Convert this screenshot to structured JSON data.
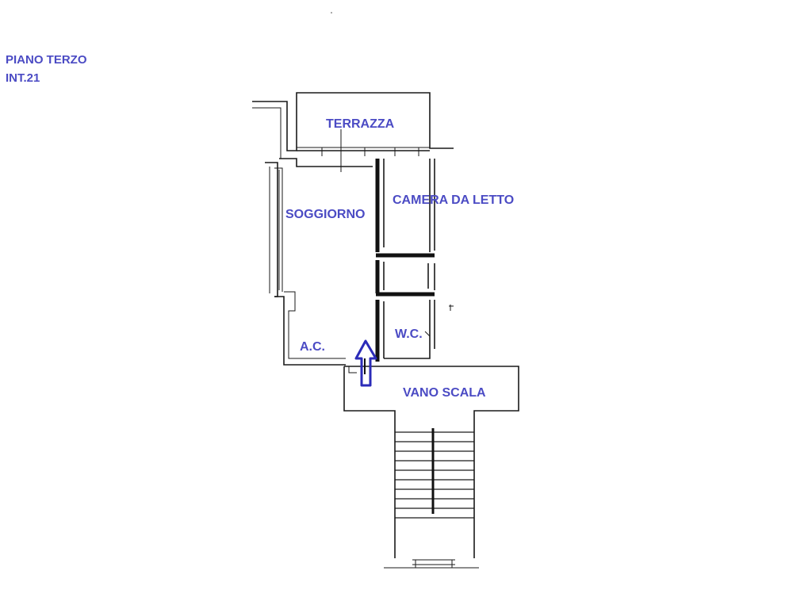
{
  "header": {
    "floor": "PIANO TERZO",
    "unit": "INT.21"
  },
  "rooms": {
    "terrazza": "TERRAZZA",
    "camera": "CAMERA DA LETTO",
    "soggiorno": "SOGGIORNO",
    "wc": "W.C.",
    "ac": "A.C.",
    "vano_scala": "VANO SCALA"
  },
  "colors": {
    "label": "#4b4bc4",
    "walls": "#1a1a1a",
    "entrance_arrow": "#2b2bb8"
  },
  "icons": {
    "entrance": "entrance-arrow-icon"
  }
}
